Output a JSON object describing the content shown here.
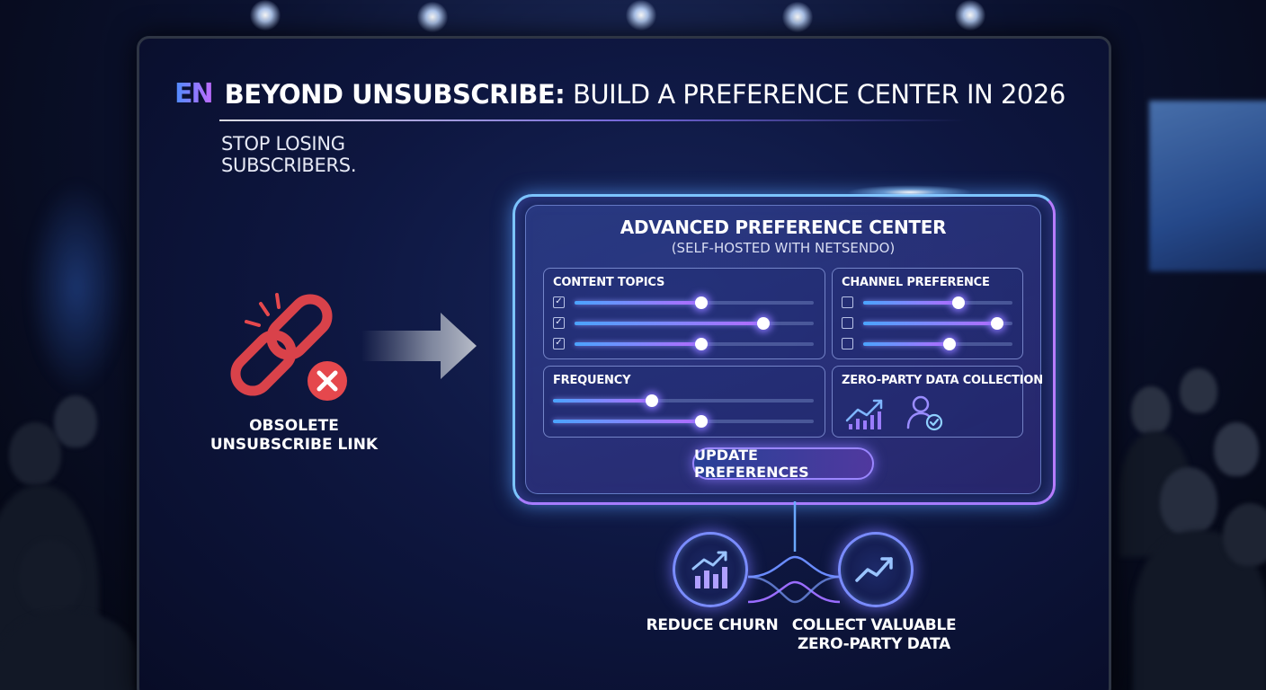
{
  "header": {
    "logo": "EN",
    "title_bold": "BEYOND UNSUBSCRIBE:",
    "title_rest": " BUILD A PREFERENCE CENTER IN 2026",
    "subtitle": "STOP LOSING SUBSCRIBERS."
  },
  "left": {
    "icon": "broken-link-icon",
    "label_line1": "OBSOLETE",
    "label_line2": "UNSUBSCRIBE LINK"
  },
  "preference_center": {
    "title": "ADVANCED PREFERENCE CENTER",
    "subtitle": "(SELF-HOSTED WITH NETSENDO)",
    "content_topics": {
      "label": "CONTENT TOPICS",
      "sliders": [
        {
          "checked": true,
          "value": 0.53
        },
        {
          "checked": true,
          "value": 0.79
        },
        {
          "checked": true,
          "value": 0.53
        }
      ]
    },
    "channel_preference": {
      "label": "CHANNEL PREFERENCE",
      "sliders": [
        {
          "checked": false,
          "value": 0.64
        },
        {
          "checked": false,
          "value": 0.9
        },
        {
          "checked": false,
          "value": 0.58
        }
      ]
    },
    "frequency": {
      "label": "FREQUENCY",
      "sliders": [
        {
          "value": 0.38
        },
        {
          "value": 0.57
        }
      ]
    },
    "zero_party": {
      "label": "ZERO-PARTY DATA COLLECTION",
      "icons": [
        "chart-growth-icon",
        "user-check-icon"
      ]
    },
    "update_button": "UPDATE PREFERENCES"
  },
  "benefits": [
    {
      "icon": "bar-chart-trend-icon",
      "line1": "REDUCE CHURN",
      "line2": ""
    },
    {
      "icon": "trend-arrow-icon",
      "line1": "COLLECT VALUABLE",
      "line2": "ZERO-PARTY DATA"
    }
  ],
  "colors": {
    "accent_blue": "#4aa4ff",
    "accent_purple": "#b46bff",
    "danger_red": "#e5484d"
  }
}
